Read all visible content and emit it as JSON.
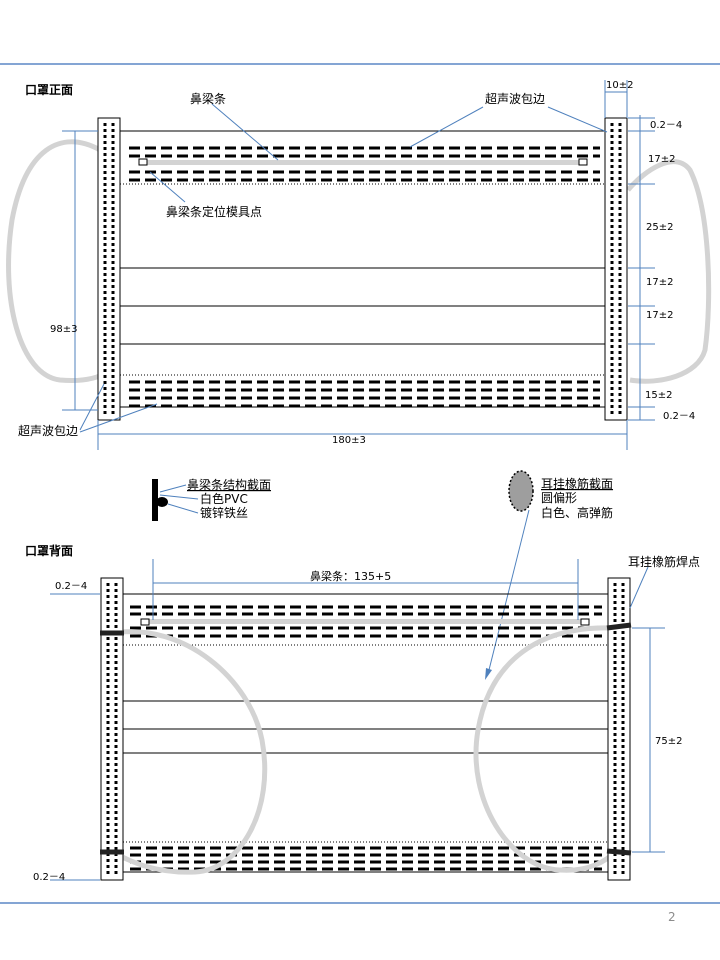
{
  "front": {
    "title": "口罩正面",
    "labels": {
      "nose_wire": "鼻梁条",
      "ultrasonic_top": "超声波包边",
      "nose_mold_point": "鼻梁条定位模具点",
      "ultrasonic_bottom": "超声波包边"
    },
    "dims": {
      "top_width": "10±2",
      "height": "98±3",
      "width": "180±3",
      "right": [
        "0.2－4",
        "17±2",
        "25±2",
        "17±2",
        "17±2",
        "15±2",
        "0.2－4"
      ]
    }
  },
  "sections": {
    "nose_title": "鼻梁条结构截面",
    "nose_pvc": "白色PVC",
    "nose_wire": "镀锌铁丝",
    "ear_title": "耳挂橡筋截面",
    "ear_shape": "圆偏形",
    "ear_material": "白色、高弹筋"
  },
  "back": {
    "title": "口罩背面",
    "labels": {
      "weld_point": "耳挂橡筋焊点",
      "nose_len": "鼻梁条：135+5"
    },
    "dims": {
      "top_left": "0.2－4",
      "bottom_left": "0.2－4",
      "right_height": "75±2"
    }
  },
  "page_number": "2",
  "colors": {
    "rule": "#5b87c5",
    "annot": "#4f81bd",
    "band": "#d3d3d3"
  }
}
